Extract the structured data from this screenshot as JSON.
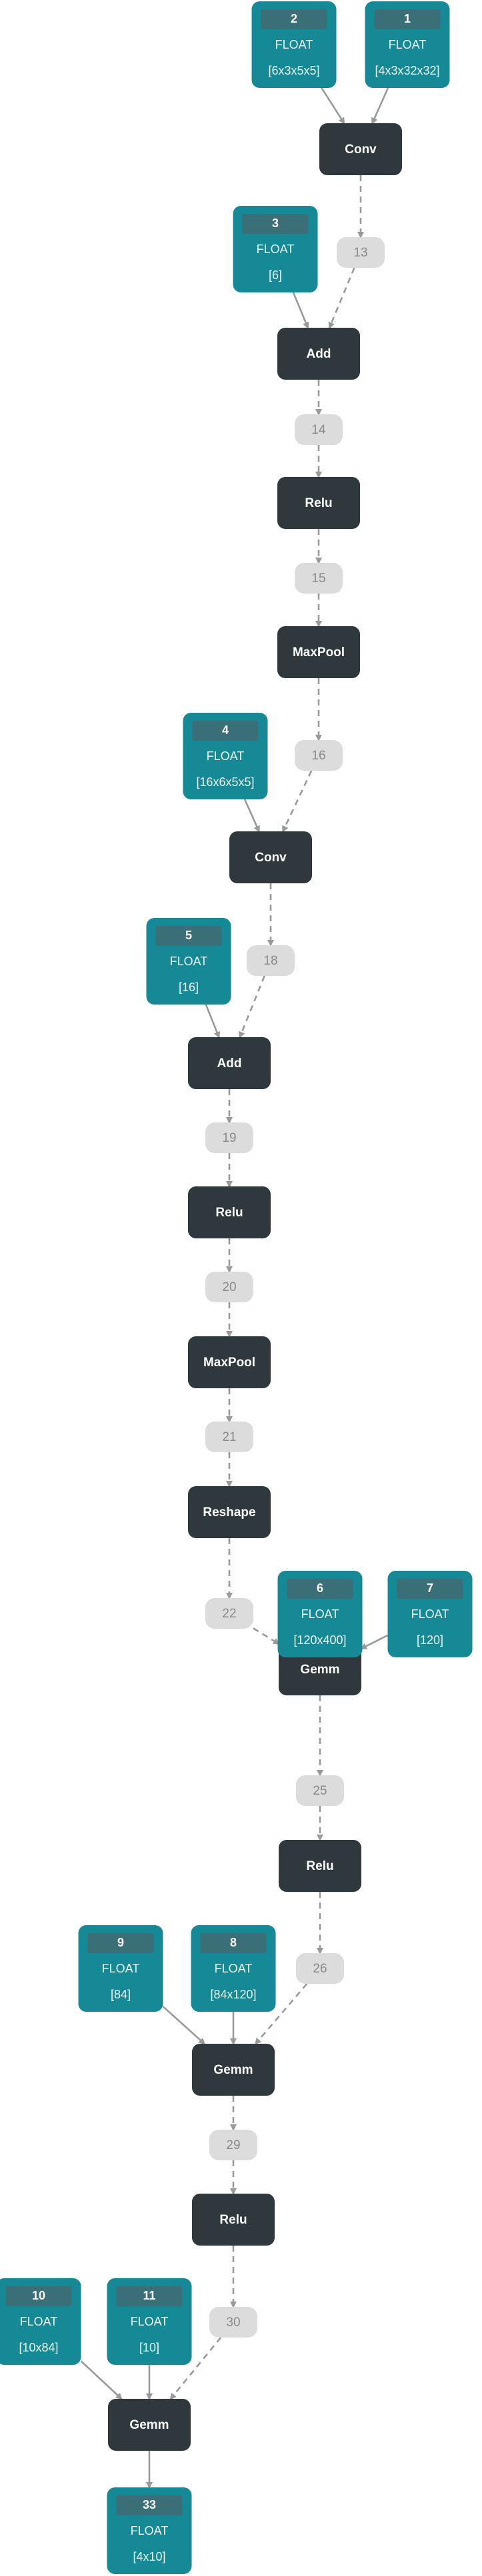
{
  "colors": {
    "op": "#2f383c",
    "initializer": "#158a96",
    "initializer_header": "#3a6f78",
    "value": "#dcdcdc",
    "edge": "#9a9a9a"
  },
  "ops": [
    {
      "id": "conv1",
      "label": "Conv"
    },
    {
      "id": "add1",
      "label": "Add"
    },
    {
      "id": "relu1",
      "label": "Relu"
    },
    {
      "id": "maxpool1",
      "label": "MaxPool"
    },
    {
      "id": "conv2",
      "label": "Conv"
    },
    {
      "id": "add2",
      "label": "Add"
    },
    {
      "id": "relu2",
      "label": "Relu"
    },
    {
      "id": "maxpool2",
      "label": "MaxPool"
    },
    {
      "id": "reshape",
      "label": "Reshape"
    },
    {
      "id": "gemm1",
      "label": "Gemm"
    },
    {
      "id": "relu3",
      "label": "Relu"
    },
    {
      "id": "gemm2",
      "label": "Gemm"
    },
    {
      "id": "relu4",
      "label": "Relu"
    },
    {
      "id": "gemm3",
      "label": "Gemm"
    }
  ],
  "initializers": [
    {
      "id": "i2",
      "name": "2",
      "dtype": "FLOAT",
      "shape": "[6x3x5x5]"
    },
    {
      "id": "i1",
      "name": "1",
      "dtype": "FLOAT",
      "shape": "[4x3x32x32]"
    },
    {
      "id": "i3",
      "name": "3",
      "dtype": "FLOAT",
      "shape": "[6]"
    },
    {
      "id": "i4",
      "name": "4",
      "dtype": "FLOAT",
      "shape": "[16x6x5x5]"
    },
    {
      "id": "i5",
      "name": "5",
      "dtype": "FLOAT",
      "shape": "[16]"
    },
    {
      "id": "i6",
      "name": "6",
      "dtype": "FLOAT",
      "shape": "[120x400]"
    },
    {
      "id": "i7",
      "name": "7",
      "dtype": "FLOAT",
      "shape": "[120]"
    },
    {
      "id": "i9",
      "name": "9",
      "dtype": "FLOAT",
      "shape": "[84]"
    },
    {
      "id": "i8",
      "name": "8",
      "dtype": "FLOAT",
      "shape": "[84x120]"
    },
    {
      "id": "i10",
      "name": "10",
      "dtype": "FLOAT",
      "shape": "[10x84]"
    },
    {
      "id": "i11",
      "name": "11",
      "dtype": "FLOAT",
      "shape": "[10]"
    },
    {
      "id": "i33",
      "name": "33",
      "dtype": "FLOAT",
      "shape": "[4x10]"
    }
  ],
  "values": [
    {
      "id": "v13",
      "label": "13"
    },
    {
      "id": "v14",
      "label": "14"
    },
    {
      "id": "v15",
      "label": "15"
    },
    {
      "id": "v16",
      "label": "16"
    },
    {
      "id": "v18",
      "label": "18"
    },
    {
      "id": "v19",
      "label": "19"
    },
    {
      "id": "v20",
      "label": "20"
    },
    {
      "id": "v21",
      "label": "21"
    },
    {
      "id": "v22",
      "label": "22"
    },
    {
      "id": "v25",
      "label": "25"
    },
    {
      "id": "v26",
      "label": "26"
    },
    {
      "id": "v29",
      "label": "29"
    },
    {
      "id": "v30",
      "label": "30"
    }
  ],
  "edges": [
    {
      "from": "i2",
      "to": "conv1",
      "style": "solid"
    },
    {
      "from": "i1",
      "to": "conv1",
      "style": "solid"
    },
    {
      "from": "conv1",
      "to": "v13",
      "style": "dashed"
    },
    {
      "from": "i3",
      "to": "add1",
      "style": "solid"
    },
    {
      "from": "v13",
      "to": "add1",
      "style": "dashed"
    },
    {
      "from": "add1",
      "to": "v14",
      "style": "dashed"
    },
    {
      "from": "v14",
      "to": "relu1",
      "style": "dashed"
    },
    {
      "from": "relu1",
      "to": "v15",
      "style": "dashed"
    },
    {
      "from": "v15",
      "to": "maxpool1",
      "style": "dashed"
    },
    {
      "from": "maxpool1",
      "to": "v16",
      "style": "dashed"
    },
    {
      "from": "i4",
      "to": "conv2",
      "style": "solid"
    },
    {
      "from": "v16",
      "to": "conv2",
      "style": "dashed"
    },
    {
      "from": "conv2",
      "to": "v18",
      "style": "dashed"
    },
    {
      "from": "i5",
      "to": "add2",
      "style": "solid"
    },
    {
      "from": "v18",
      "to": "add2",
      "style": "dashed"
    },
    {
      "from": "add2",
      "to": "v19",
      "style": "dashed"
    },
    {
      "from": "v19",
      "to": "relu2",
      "style": "dashed"
    },
    {
      "from": "relu2",
      "to": "v20",
      "style": "dashed"
    },
    {
      "from": "v20",
      "to": "maxpool2",
      "style": "dashed"
    },
    {
      "from": "maxpool2",
      "to": "v21",
      "style": "dashed"
    },
    {
      "from": "v21",
      "to": "reshape",
      "style": "dashed"
    },
    {
      "from": "reshape",
      "to": "v22",
      "style": "dashed"
    },
    {
      "from": "v22",
      "to": "gemm1",
      "style": "dashed"
    },
    {
      "from": "i6",
      "to": "gemm1",
      "style": "solid"
    },
    {
      "from": "i7",
      "to": "gemm1",
      "style": "solid"
    },
    {
      "from": "gemm1",
      "to": "v25",
      "style": "dashed"
    },
    {
      "from": "v25",
      "to": "relu3",
      "style": "dashed"
    },
    {
      "from": "relu3",
      "to": "v26",
      "style": "dashed"
    },
    {
      "from": "i9",
      "to": "gemm2",
      "style": "solid"
    },
    {
      "from": "i8",
      "to": "gemm2",
      "style": "solid"
    },
    {
      "from": "v26",
      "to": "gemm2",
      "style": "dashed"
    },
    {
      "from": "gemm2",
      "to": "v29",
      "style": "dashed"
    },
    {
      "from": "v29",
      "to": "relu4",
      "style": "dashed"
    },
    {
      "from": "relu4",
      "to": "v30",
      "style": "dashed"
    },
    {
      "from": "i10",
      "to": "gemm3",
      "style": "solid"
    },
    {
      "from": "i11",
      "to": "gemm3",
      "style": "solid"
    },
    {
      "from": "v30",
      "to": "gemm3",
      "style": "dashed"
    },
    {
      "from": "gemm3",
      "to": "i33",
      "style": "solid"
    }
  ]
}
